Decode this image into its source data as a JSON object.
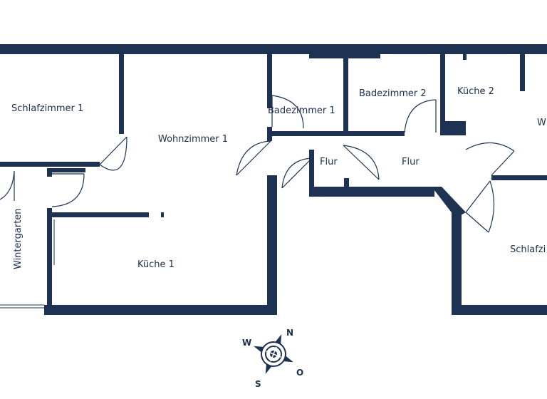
{
  "rooms": {
    "schlafzimmer_1": "Schlafzimmer 1",
    "wohnzimmer_1": "Wohnzimmer 1",
    "badezimmer_1": "Badezimmer 1",
    "badezimmer_2": "Badezimmer 2",
    "kueche_2": "Küche 2",
    "wohnzimmer_2_partial": "W",
    "flur_left": "Flur",
    "flur_right": "Flur",
    "wintergarten": "Wintergarten",
    "kueche_1": "Küche 1",
    "schlafzimmer_2_partial": "Schlafzi"
  },
  "compass": {
    "north": "N",
    "east": "O",
    "south": "S",
    "west": "W"
  },
  "colors": {
    "wall": "#1e3354",
    "label": "#1e2f4d",
    "background": "#ffffff"
  }
}
